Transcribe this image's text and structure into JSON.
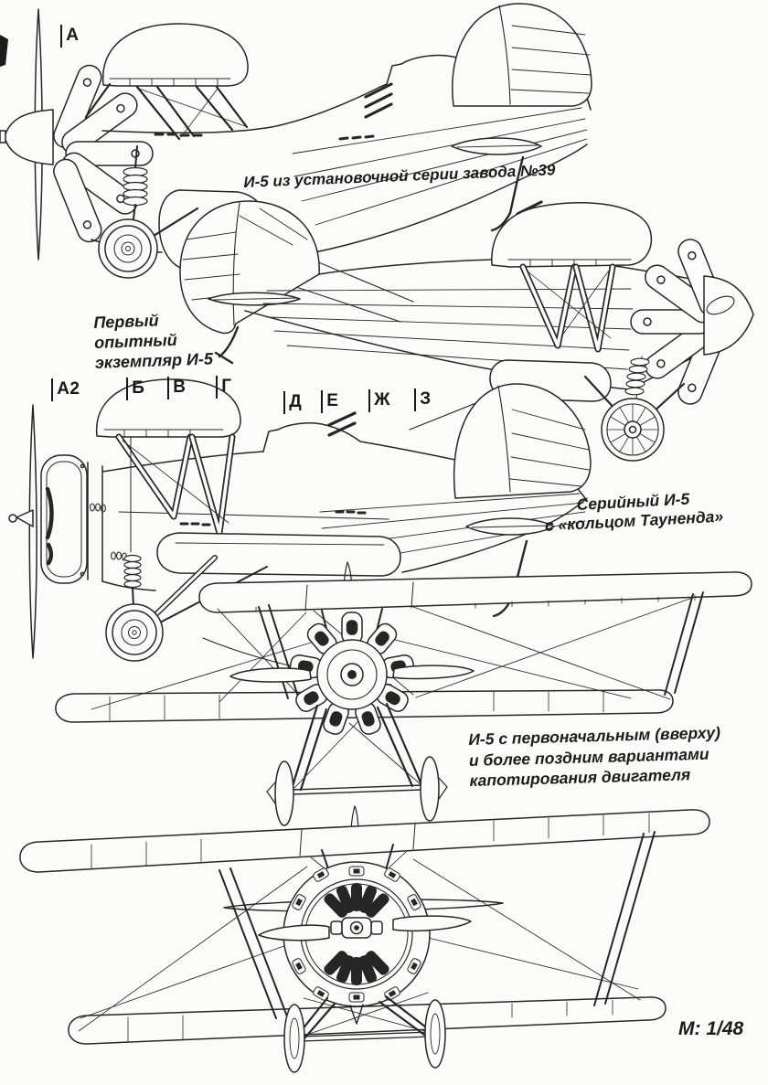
{
  "colors": {
    "ink": "#262626",
    "paper": "#fbfbf8"
  },
  "markers": {
    "top": "А",
    "row": [
      "А2",
      "Б",
      "В",
      "Г",
      "Д",
      "Е",
      "Ж",
      "З"
    ]
  },
  "captions": {
    "batch39": "И-5 из установочной серии завода №39",
    "prototype": [
      "Первый",
      "опытный",
      "экземпляр И-5"
    ],
    "serial": [
      "Серийный И-5",
      "с «кольцом Тауненда»"
    ],
    "cowling": [
      "И-5 с первоначальным (вверху)",
      "и более поздним вариантами",
      "капотирования двигателя"
    ]
  },
  "scale_note": "М: 1/48"
}
